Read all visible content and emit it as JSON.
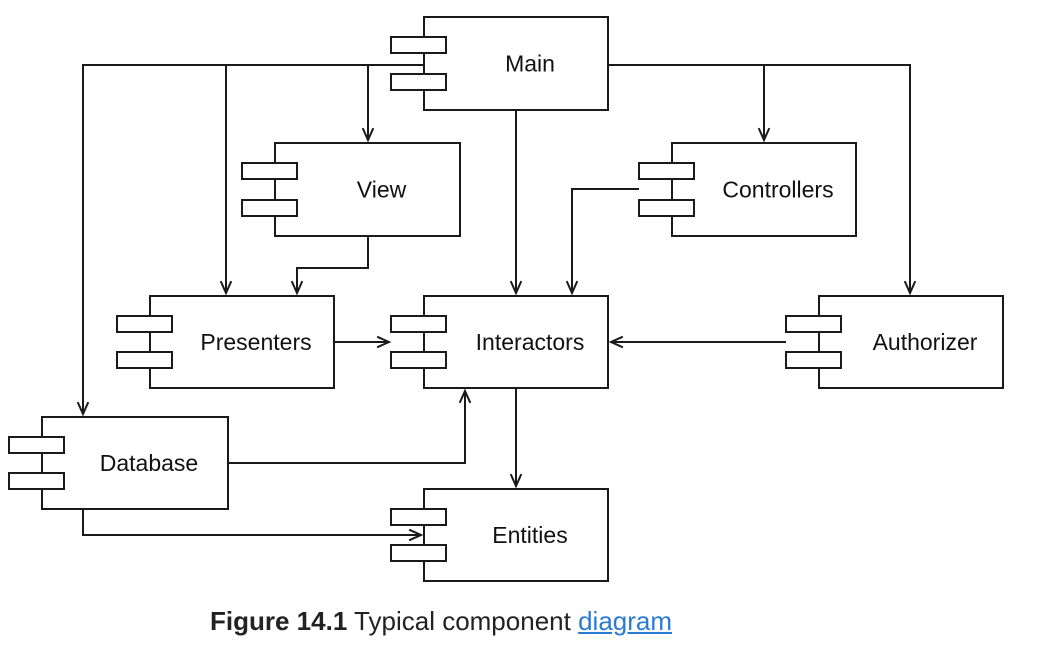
{
  "diagram": {
    "components": [
      {
        "id": "main",
        "label": "Main"
      },
      {
        "id": "view",
        "label": "View"
      },
      {
        "id": "controllers",
        "label": "Controllers"
      },
      {
        "id": "presenters",
        "label": "Presenters"
      },
      {
        "id": "interactors",
        "label": "Interactors"
      },
      {
        "id": "authorizer",
        "label": "Authorizer"
      },
      {
        "id": "database",
        "label": "Database"
      },
      {
        "id": "entities",
        "label": "Entities"
      }
    ],
    "dependencies": [
      {
        "from": "main",
        "to": "view"
      },
      {
        "from": "main",
        "to": "presenters"
      },
      {
        "from": "main",
        "to": "database"
      },
      {
        "from": "main",
        "to": "interactors"
      },
      {
        "from": "main",
        "to": "controllers"
      },
      {
        "from": "main",
        "to": "authorizer"
      },
      {
        "from": "view",
        "to": "presenters"
      },
      {
        "from": "controllers",
        "to": "interactors"
      },
      {
        "from": "presenters",
        "to": "interactors"
      },
      {
        "from": "authorizer",
        "to": "interactors"
      },
      {
        "from": "database",
        "to": "interactors"
      },
      {
        "from": "database",
        "to": "entities"
      },
      {
        "from": "interactors",
        "to": "entities"
      }
    ]
  },
  "caption": {
    "figure_number": "Figure 14.1",
    "text": "Typical component",
    "link_text": "diagram",
    "link_color": "#2b7bd4"
  }
}
